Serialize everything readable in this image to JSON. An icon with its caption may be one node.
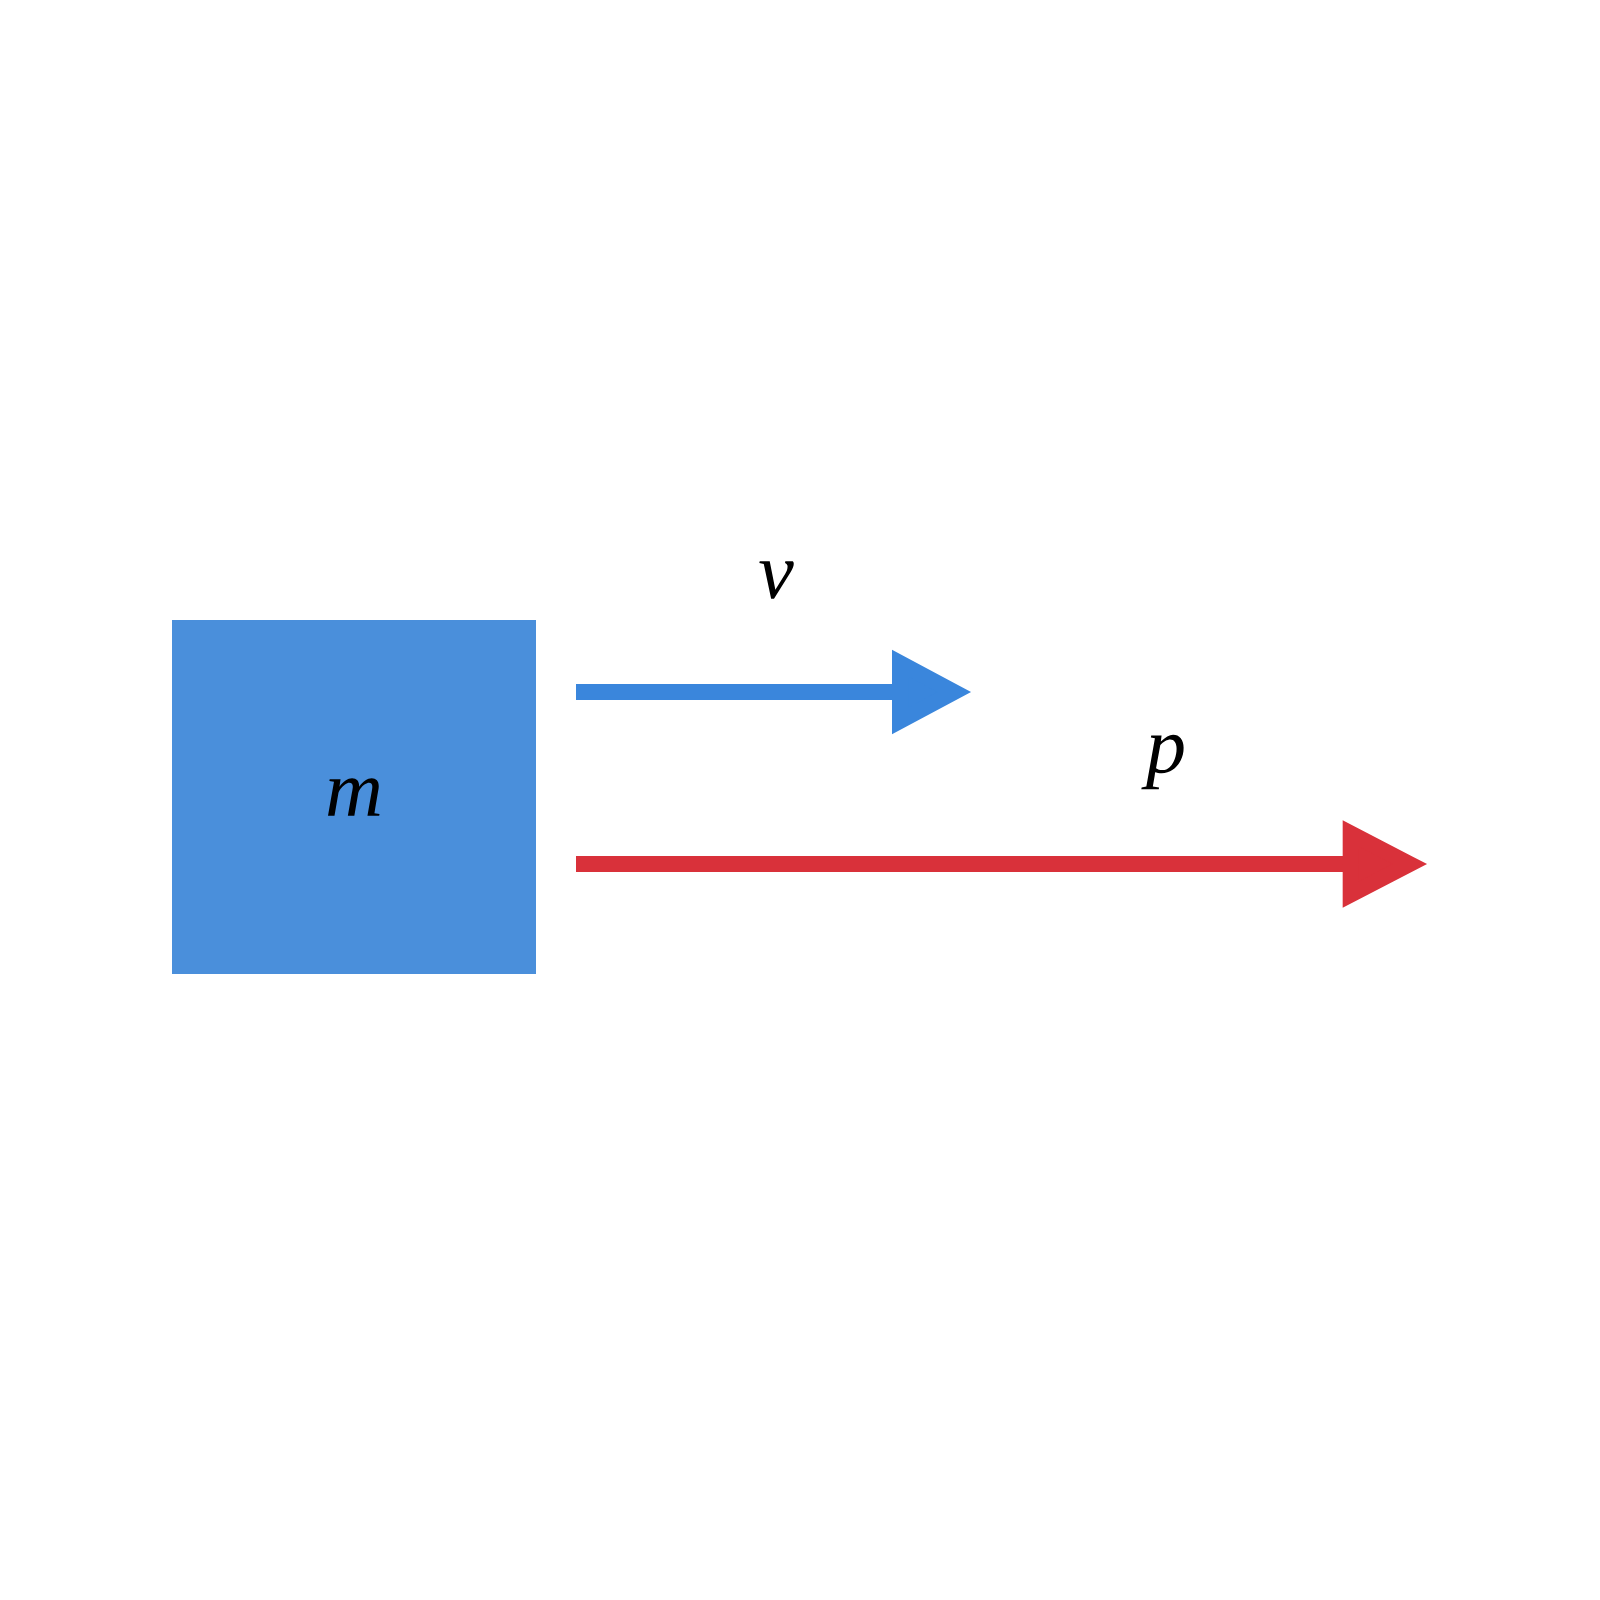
{
  "diagram": {
    "nodes": [
      {
        "text": [
          "m"
        ]
      }
    ],
    "labels": [
      "v",
      "p"
    ]
  }
}
